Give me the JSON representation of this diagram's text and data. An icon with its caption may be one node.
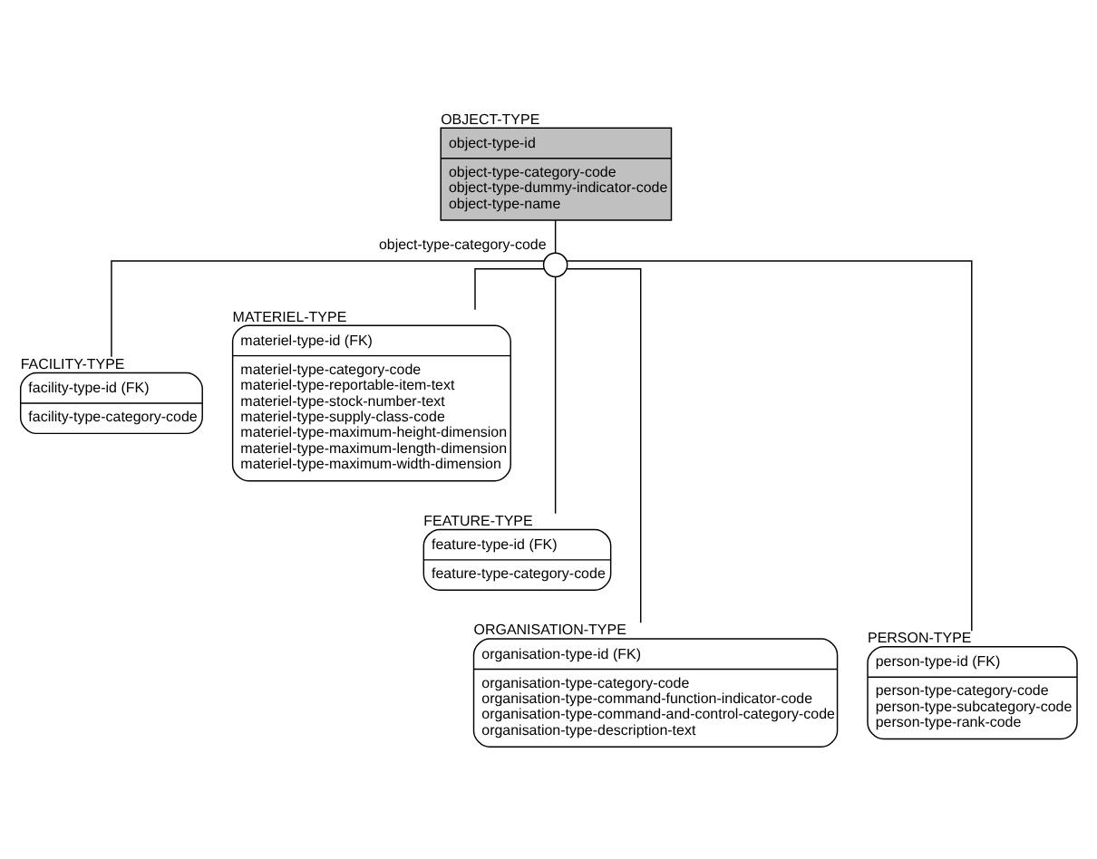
{
  "diagram": {
    "nodes": [
      {
        "text": [
          "OBJECT-TYPE",
          "object-type-id",
          "object-type-category-code",
          "object-type-dummy-indicator-code",
          "object-type-name"
        ]
      },
      {
        "text": [],
        "shape": "circle",
        "beside": [
          "object-type-category-code"
        ]
      },
      {
        "text": [
          "FACILITY-TYPE",
          "facility-type-id (FK)",
          "facility-type-category-code"
        ]
      },
      {
        "text": [
          "MATERIEL-TYPE",
          "materiel-type-id (FK)",
          "materiel-type-category-code",
          "materiel-type-reportable-item-text",
          "materiel-type-stock-number-text",
          "materiel-type-supply-class-code",
          "materiel-type-maximum-height-dimension",
          "materiel-type-maximum-length-dimension",
          "materiel-type-maximum-width-dimension"
        ]
      },
      {
        "text": [
          "FEATURE-TYPE",
          "feature-type-id (FK)",
          "feature-type-category-code"
        ]
      },
      {
        "text": [
          "ORGANISATION-TYPE",
          "organisation-type-id (FK)",
          "organisation-type-category-code",
          "organisation-type-command-function-indicator-code",
          "organisation-type-command-and-control-category-code",
          "organisation-type-description-text"
        ]
      },
      {
        "text": [
          "PERSON-TYPE",
          "person-type-id (FK)",
          "person-type-category-code",
          "person-type-subcategory-code",
          "person-type-rank-code"
        ]
      }
    ],
    "edges": [
      {
        "from": 0,
        "to": 1,
        "arrow": "none"
      },
      {
        "from": 1,
        "to": 2,
        "arrow": "none"
      },
      {
        "from": 1,
        "to": 3,
        "arrow": "none"
      },
      {
        "from": 1,
        "to": 4,
        "arrow": "none"
      },
      {
        "from": 1,
        "to": 5,
        "arrow": "none"
      },
      {
        "from": 1,
        "to": 6,
        "arrow": "none"
      }
    ]
  }
}
